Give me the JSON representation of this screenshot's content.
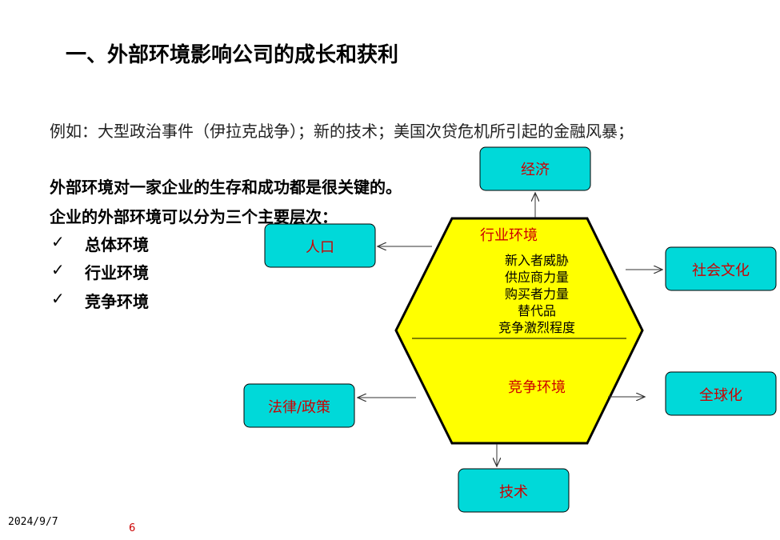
{
  "title": "一、外部环境影响公司的成长和获利",
  "intro": "例如：大型政治事件（伊拉克战争）；新的技术；美国次贷危机所引起的金融风暴；",
  "statement1": "外部环境对一家企业的生存和成功都是很关键的。",
  "statement2": "企业的外部环境可以分为三个主要层次：",
  "checklist": [
    {
      "mark": "✓",
      "label": "总体环境"
    },
    {
      "mark": "✓",
      "label": "行业环境"
    },
    {
      "mark": "✓",
      "label": "竞争环境"
    }
  ],
  "diagram": {
    "colors": {
      "hexagon_fill": "#ffff00",
      "box_fill": "#00d9d9",
      "label_red": "#cc0000"
    },
    "hexagon": {
      "industry_label": "行业环境",
      "industry_items": [
        "新入者威胁",
        "供应商力量",
        "购买者力量",
        "替代品",
        "竞争激烈程度"
      ],
      "competition_label": "竞争环境"
    },
    "boxes": {
      "economy": "经济",
      "population": "人口",
      "society": "社会文化",
      "globalization": "全球化",
      "law": "法律/政策",
      "technology": "技术"
    }
  },
  "footer": {
    "date": "2024/9/7",
    "page": "6"
  }
}
